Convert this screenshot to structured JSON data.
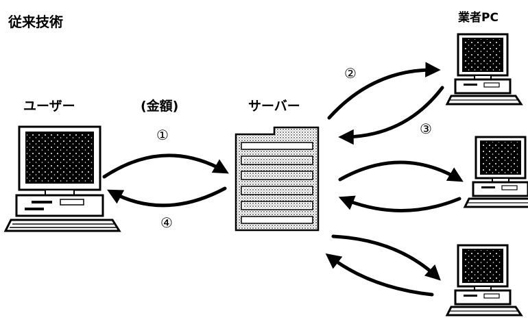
{
  "diagram": {
    "title": "従来技術",
    "vendor_label": "業者PC",
    "user_label": "ユーザー",
    "amount_label": "(金額)",
    "server_label": "サーバー",
    "steps": {
      "s1": "①",
      "s2": "②",
      "s3": "③",
      "s4": "④"
    }
  }
}
